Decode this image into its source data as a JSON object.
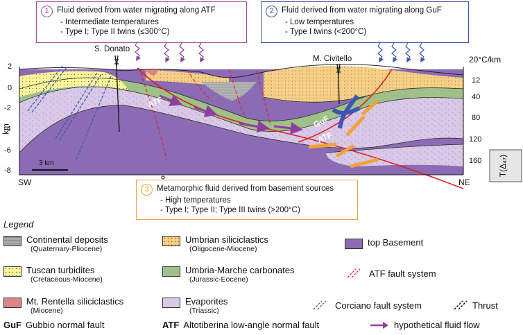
{
  "boxes": [
    {
      "num": "1",
      "title": "Fluid derived from water migrating along ATF",
      "lines": [
        "- Intermediate temperatures",
        "- Type I; Type II twins (≤300°C)"
      ],
      "color": "#a24aa6"
    },
    {
      "num": "2",
      "title": "Fluid derived from water migrating along GuF",
      "lines": [
        "- Low temperatures",
        "- Type I twins (<200°C)"
      ],
      "color": "#3a4fa8"
    },
    {
      "num": "3",
      "title": "Metamorphic fluid derived from basement sources",
      "lines": [
        "- High temperatures",
        "- Type I; Type II; Type III twins (>200°C)"
      ],
      "color": "#f2a23c"
    }
  ],
  "section": {
    "places": {
      "s_donato": "S. Donato",
      "m_civitello": "M. Civitello"
    },
    "gradient": "20°C/km",
    "y_axis_unit": "km",
    "y_ticks": [
      "2",
      "0",
      "-2",
      "-4",
      "-6",
      "-8"
    ],
    "t_ticks": [
      "12",
      "40",
      "80",
      "120",
      "160"
    ],
    "t_axis_label": "T(Δ₄₇)",
    "sw": "SW",
    "ne": "NE",
    "scale": "3 km",
    "faults": {
      "atf": "ATF",
      "guf": "GuF"
    }
  },
  "legend": {
    "title": "Legend",
    "units": [
      {
        "name": "Continental deposits",
        "sub": "(Quaternary-Pliocene)",
        "color": "#a9a9a9"
      },
      {
        "name": "Tuscan turbidites",
        "sub": "(Cretaceous-Miocene)",
        "color": "#fbf59a"
      },
      {
        "name": "Mt. Rentella siliciclastics",
        "sub": "(Miocene)",
        "color": "#dc8585"
      },
      {
        "name": "Umbrian siliciclastics",
        "sub": "(Oligocene-Miocene)",
        "color": "#f5cf86"
      },
      {
        "name": "Umbria-Marche carbonates",
        "sub": "(Jurassic-Eocene)",
        "color": "#9fc088"
      },
      {
        "name": "Evaporites",
        "sub": "(Triassic)",
        "color": "#d9c8e6"
      },
      {
        "name": "top Basement",
        "sub": "",
        "color": "#8a6bb4"
      }
    ],
    "lines": {
      "atf_system": "ATF fault system",
      "corciano": "Corciano fault system",
      "thrust": "Thrust",
      "flow": "hypothetical fluid flow"
    },
    "abbr": [
      {
        "abbr": "GuF",
        "text": "Gubbio normal fault"
      },
      {
        "abbr": "ATF",
        "text": "Altotiberina low-angle normal fault"
      }
    ]
  }
}
